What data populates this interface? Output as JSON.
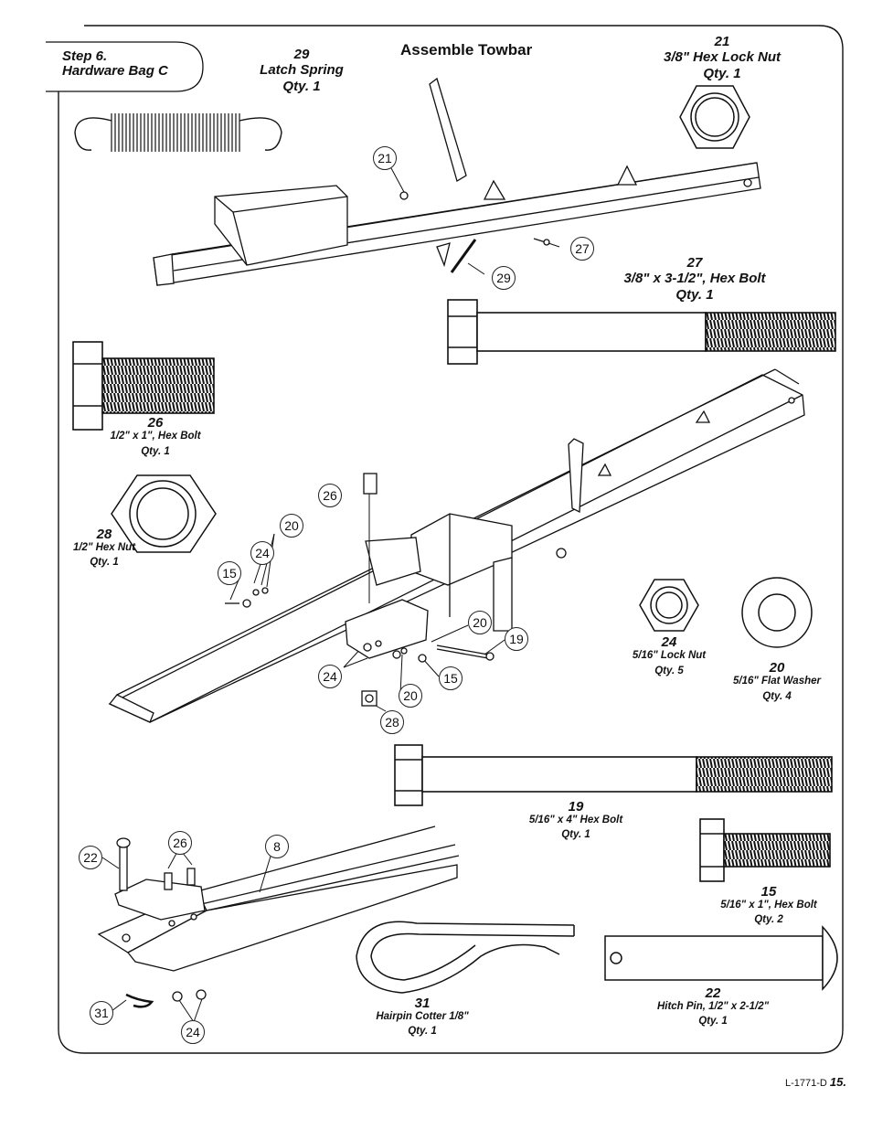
{
  "header": {
    "step_line1": "Step 6.",
    "step_line2": "Hardware Bag C",
    "title": "Assemble Towbar"
  },
  "parts": {
    "p29": {
      "num": "29",
      "name": "Latch Spring",
      "qty": "Qty. 1"
    },
    "p21": {
      "num": "21",
      "name": "3/8\" Hex Lock Nut",
      "qty": "Qty. 1"
    },
    "p27": {
      "num": "27",
      "name": "3/8\" x 3-1/2\", Hex Bolt",
      "qty": "Qty. 1"
    },
    "p26": {
      "num": "26",
      "name": "1/2\" x 1\", Hex Bolt",
      "qty": "Qty. 1"
    },
    "p28": {
      "num": "28",
      "name": "1/2\" Hex Nut",
      "qty": "Qty. 1"
    },
    "p24": {
      "num": "24",
      "name": "5/16\" Lock Nut",
      "qty": "Qty. 5"
    },
    "p20": {
      "num": "20",
      "name": "5/16\" Flat Washer",
      "qty": "Qty. 4"
    },
    "p19": {
      "num": "19",
      "name": "5/16\" x 4\" Hex Bolt",
      "qty": "Qty. 1"
    },
    "p15": {
      "num": "15",
      "name": "5/16\" x 1\", Hex Bolt",
      "qty": "Qty. 2"
    },
    "p31": {
      "num": "31",
      "name": "Hairpin Cotter 1/8\"",
      "qty": "Qty. 1"
    },
    "p22": {
      "num": "22",
      "name": "Hitch Pin, 1/2\" x 2-1/2\"",
      "qty": "Qty. 1"
    }
  },
  "callouts": {
    "c21": "21",
    "c27": "27",
    "c29": "29",
    "c26a": "26",
    "c20a": "20",
    "c24a": "24",
    "c15a": "15",
    "c20b": "20",
    "c19": "19",
    "c24b": "24",
    "c15b": "15",
    "c20c": "20",
    "c28": "28",
    "c22": "22",
    "c26b": "26",
    "c8": "8",
    "c31": "31",
    "c24c": "24"
  },
  "footer": {
    "doc_code": "L-1771-D",
    "page": "15."
  }
}
